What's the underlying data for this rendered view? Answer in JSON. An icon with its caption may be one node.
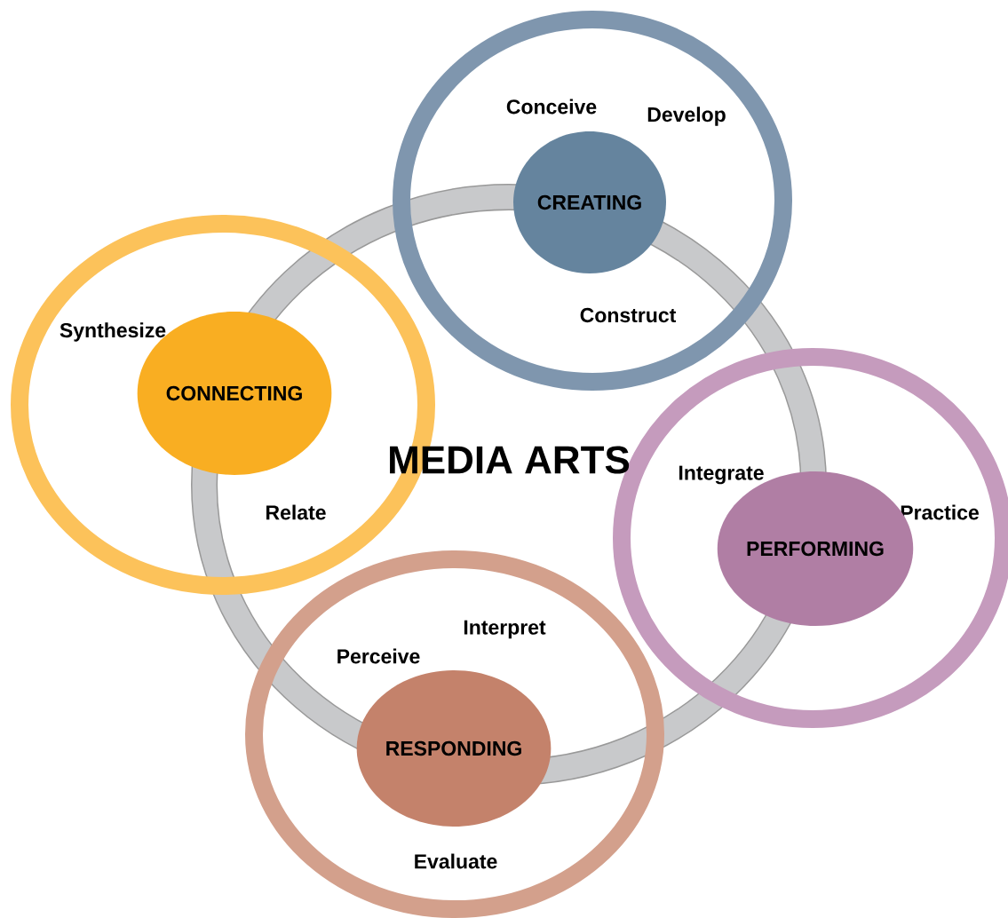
{
  "diagram": {
    "nodes": [
      {
        "text": [
          "MEDIA ARTS"
        ]
      },
      {
        "text": [
          "Conceive",
          "Develop",
          "Construct"
        ]
      },
      {
        "text": [
          "CREATING"
        ],
        "in": 1
      },
      {
        "text": [
          "Synthesize",
          "Relate"
        ]
      },
      {
        "text": [
          "CONNECTING"
        ],
        "in": 3
      },
      {
        "text": [
          "Integrate",
          "Practice"
        ]
      },
      {
        "text": [
          "PERFORMING"
        ],
        "in": 5
      },
      {
        "text": [
          "Perceive",
          "Interpret",
          "Evaluate"
        ]
      },
      {
        "text": [
          "RESPONDING"
        ],
        "in": 7
      }
    ]
  }
}
